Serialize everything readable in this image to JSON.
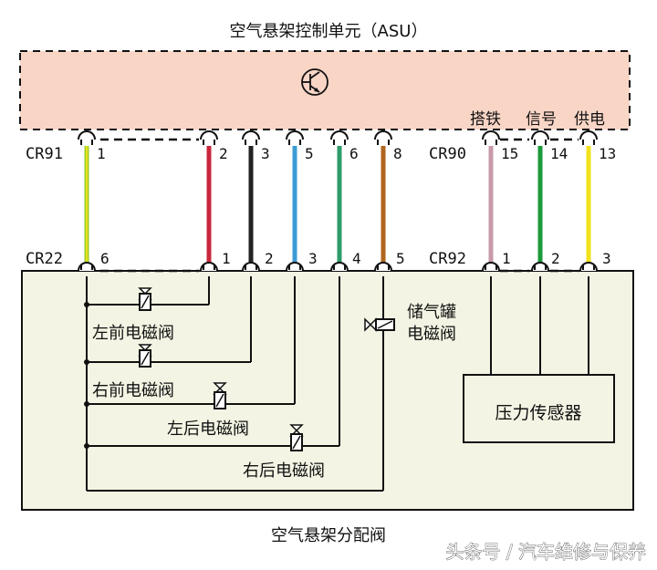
{
  "top_title": "空气悬架控制单元（ASU）",
  "bottom_title": "空气悬架分配阀",
  "asu_labels": {
    "ground": "搭铁",
    "signal": "信号",
    "power": "供电"
  },
  "connectors": {
    "top_left": "CR91",
    "top_right": "CR90",
    "bottom_left": "CR22",
    "bottom_right": "CR92"
  },
  "top_pins": [
    "1",
    "2",
    "3",
    "5",
    "6",
    "8",
    "15",
    "14",
    "13"
  ],
  "bottom_pins": [
    "6",
    "1",
    "2",
    "3",
    "4",
    "5",
    "1",
    "2",
    "3"
  ],
  "valves": {
    "front_left": "左前电磁阀",
    "front_right": "右前电磁阀",
    "rear_left": "左后电磁阀",
    "rear_right": "右后电磁阀",
    "reservoir_1": "储气罐",
    "reservoir_2": "电磁阀"
  },
  "sensor": "压力传感器",
  "watermark": "头条号 / 汽车维修与保养",
  "colors": {
    "asu_fill": "#f9d5c6",
    "valve_fill": "#f3f4e3",
    "wire_yellow_green": "#9ccc2a",
    "wire_red": "#c8283c",
    "wire_black": "#222222",
    "wire_blue": "#3b9bd4",
    "wire_green_teal": "#2e9b6a",
    "wire_brown": "#b0661e",
    "wire_pink": "#c89aa8",
    "wire_green": "#1b9a3a",
    "wire_yellow": "#f2e21c"
  }
}
